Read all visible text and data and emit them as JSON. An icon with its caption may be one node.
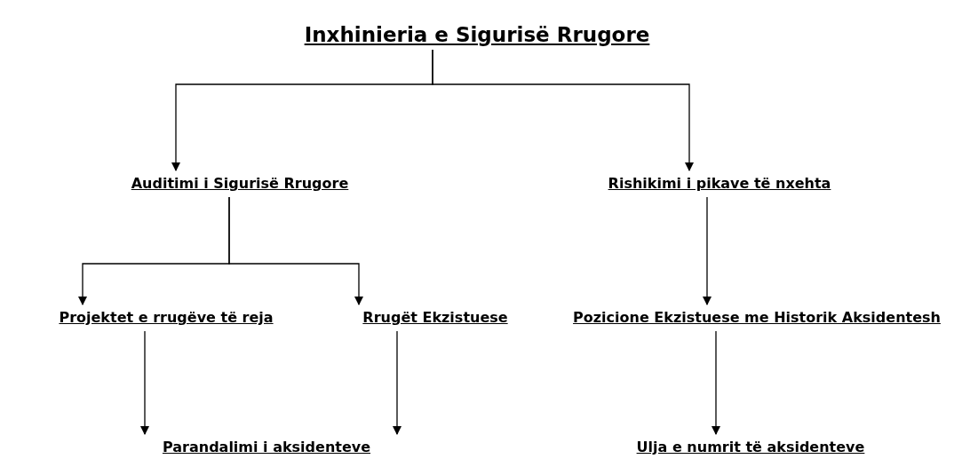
{
  "diagram": {
    "nodes": [
      {
        "text": [
          "Inxhinieria e Sigurisë Rrugore"
        ]
      },
      {
        "text": [
          "Auditimi i Sigurisë Rrugore"
        ]
      },
      {
        "text": [
          "Rishikimi i pikave të nxehta"
        ]
      },
      {
        "text": [
          "Projektet e rrugëve të reja"
        ]
      },
      {
        "text": [
          "Rrugët Ekzistuese"
        ]
      },
      {
        "text": [
          "Pozicione Ekzistuese me Historik Aksidentesh"
        ]
      },
      {
        "text": [
          "Parandalimi i aksidenteve"
        ]
      },
      {
        "text": [
          "Ulja e numrit të aksidenteve"
        ]
      }
    ],
    "edges": [
      {
        "from": 0,
        "to": 1,
        "arrow": "to"
      },
      {
        "from": 0,
        "to": 2,
        "arrow": "to"
      },
      {
        "from": 1,
        "to": 3,
        "arrow": "to"
      },
      {
        "from": 1,
        "to": 4,
        "arrow": "to"
      },
      {
        "from": 3,
        "to": 6,
        "arrow": "to"
      },
      {
        "from": 4,
        "to": 6,
        "arrow": "to"
      },
      {
        "from": 2,
        "to": 5,
        "arrow": "to"
      },
      {
        "from": 5,
        "to": 7,
        "arrow": "to"
      }
    ]
  }
}
